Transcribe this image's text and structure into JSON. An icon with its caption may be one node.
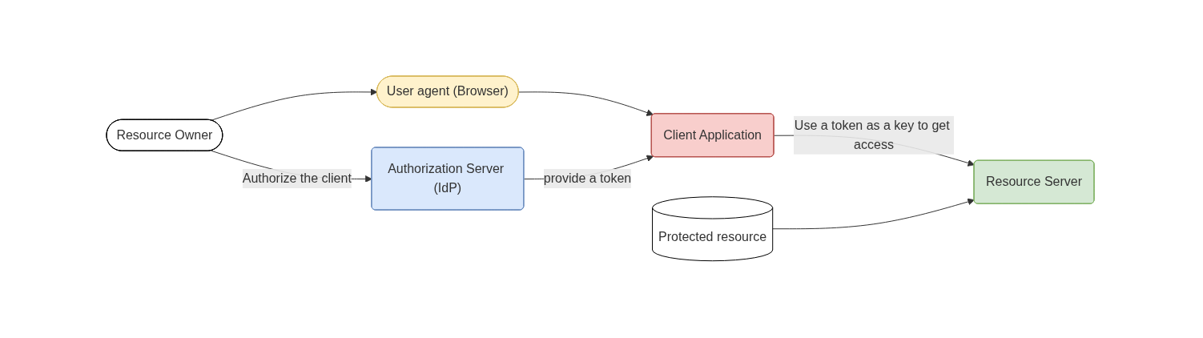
{
  "diagram": {
    "nodes": [
      {
        "text": [
          "Resource Owner"
        ]
      },
      {
        "text": [
          "User agent (Browser)"
        ]
      },
      {
        "text": [
          "Client Application"
        ]
      },
      {
        "text": [
          "Resource Server"
        ]
      },
      {
        "text": [
          "Authorization Server (IdP)"
        ]
      },
      {
        "text": [
          "Protected resource"
        ]
      }
    ],
    "edges": [
      {
        "from": 0,
        "to": 1,
        "arrow": "to"
      },
      {
        "from": 0,
        "to": 4,
        "arrow": "to",
        "label": "Authorize the client"
      },
      {
        "from": 1,
        "to": 2,
        "arrow": "to"
      },
      {
        "from": 2,
        "to": 3,
        "arrow": "to",
        "label": "Use a token as a key to get access"
      },
      {
        "from": 4,
        "to": 2,
        "arrow": "to",
        "label": "provide a token"
      },
      {
        "from": 5,
        "to": 3,
        "arrow": "to"
      }
    ]
  }
}
